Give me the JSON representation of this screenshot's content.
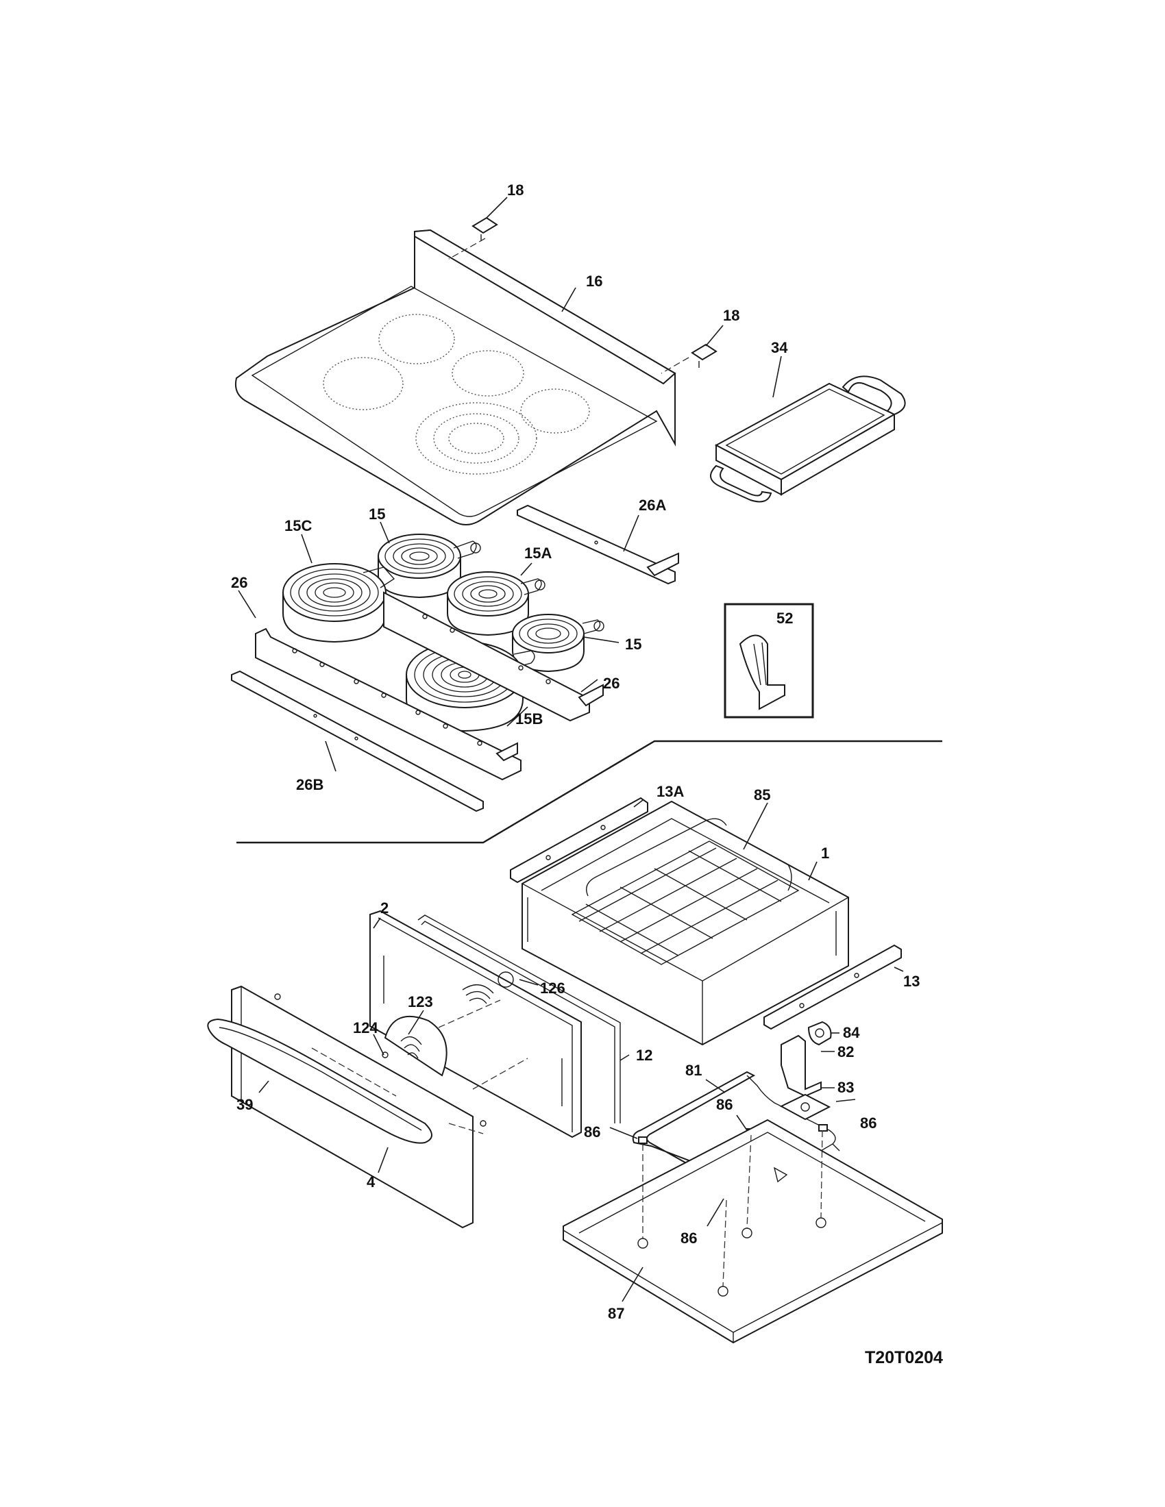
{
  "diagram_code": "T20T0204",
  "callouts": [
    "1",
    "2",
    "4",
    "12",
    "13",
    "13A",
    "15",
    "15",
    "15A",
    "15B",
    "15C",
    "16",
    "18",
    "18",
    "26",
    "26",
    "26A",
    "26B",
    "34",
    "39",
    "52",
    "81",
    "82",
    "83",
    "84",
    "85",
    "86",
    "86",
    "86",
    "86",
    "87",
    "123",
    "124",
    "126"
  ]
}
